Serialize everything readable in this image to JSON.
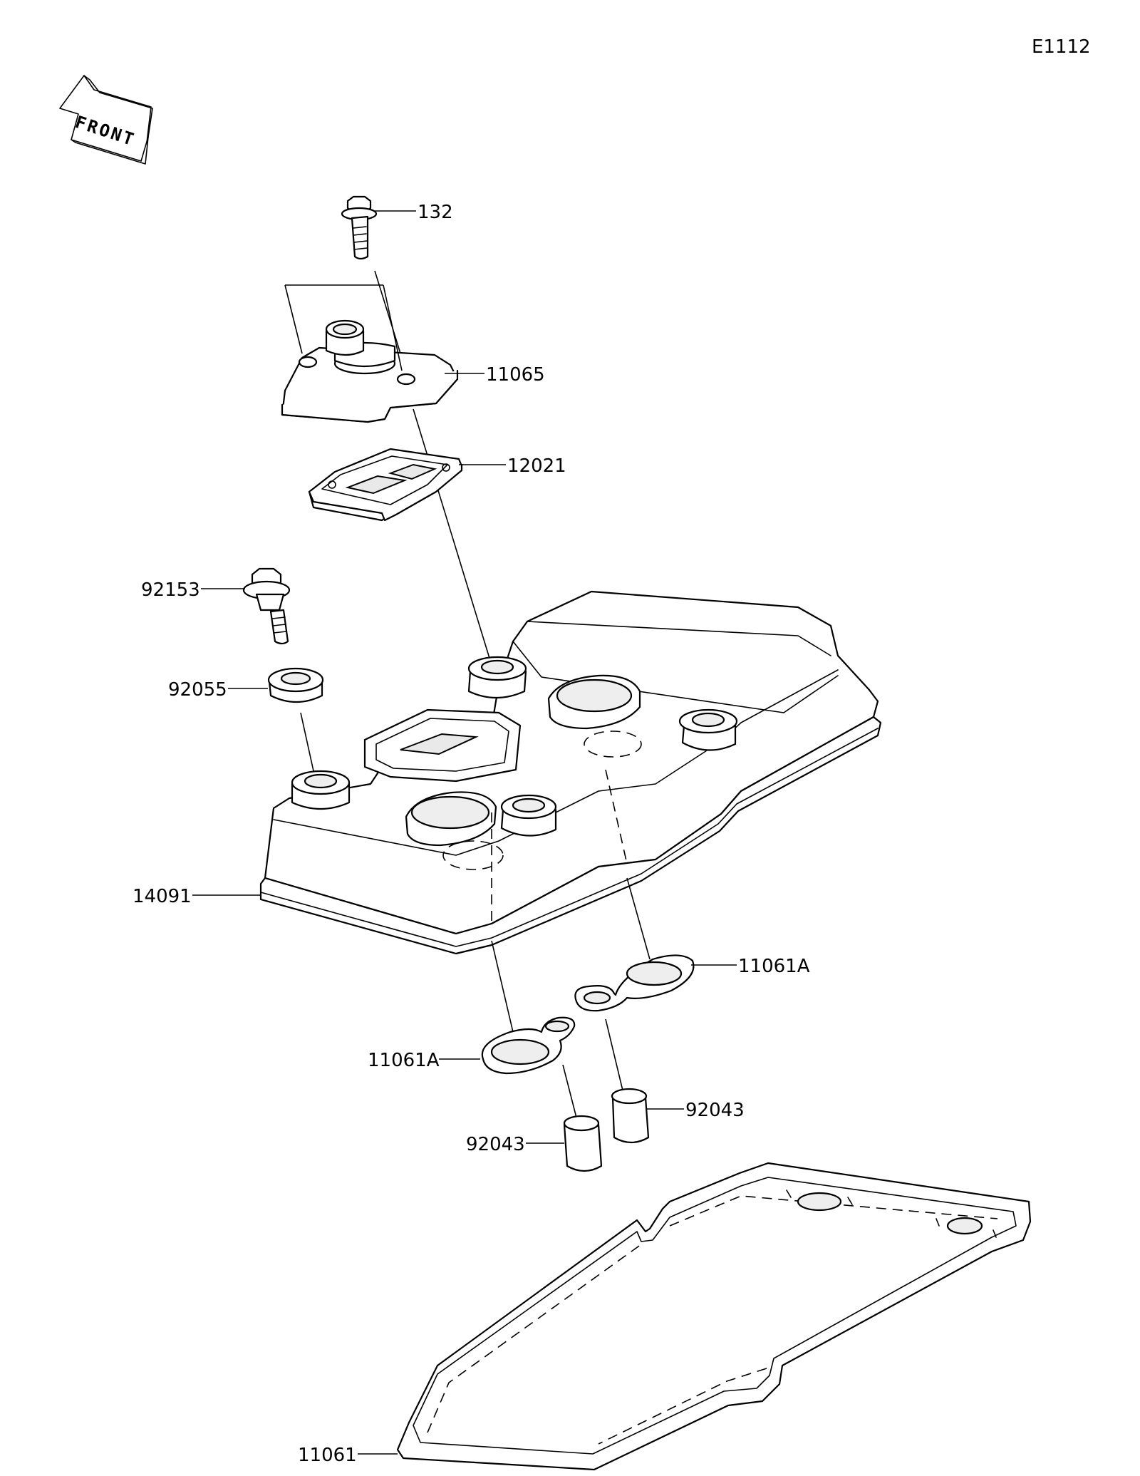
{
  "diagram_code": "E1112",
  "front_label": "FRONT",
  "parts": {
    "bolt": "132",
    "breather_cover": "11065",
    "breather_gasket": "12021",
    "cover_bolt": "92153",
    "grommet": "92055",
    "head_cover": "14091",
    "plug_gasket_right": "11061A",
    "plug_gasket_left": "11061A",
    "collar_right": "92043",
    "collar_left": "92043",
    "cover_gasket": "11061"
  }
}
